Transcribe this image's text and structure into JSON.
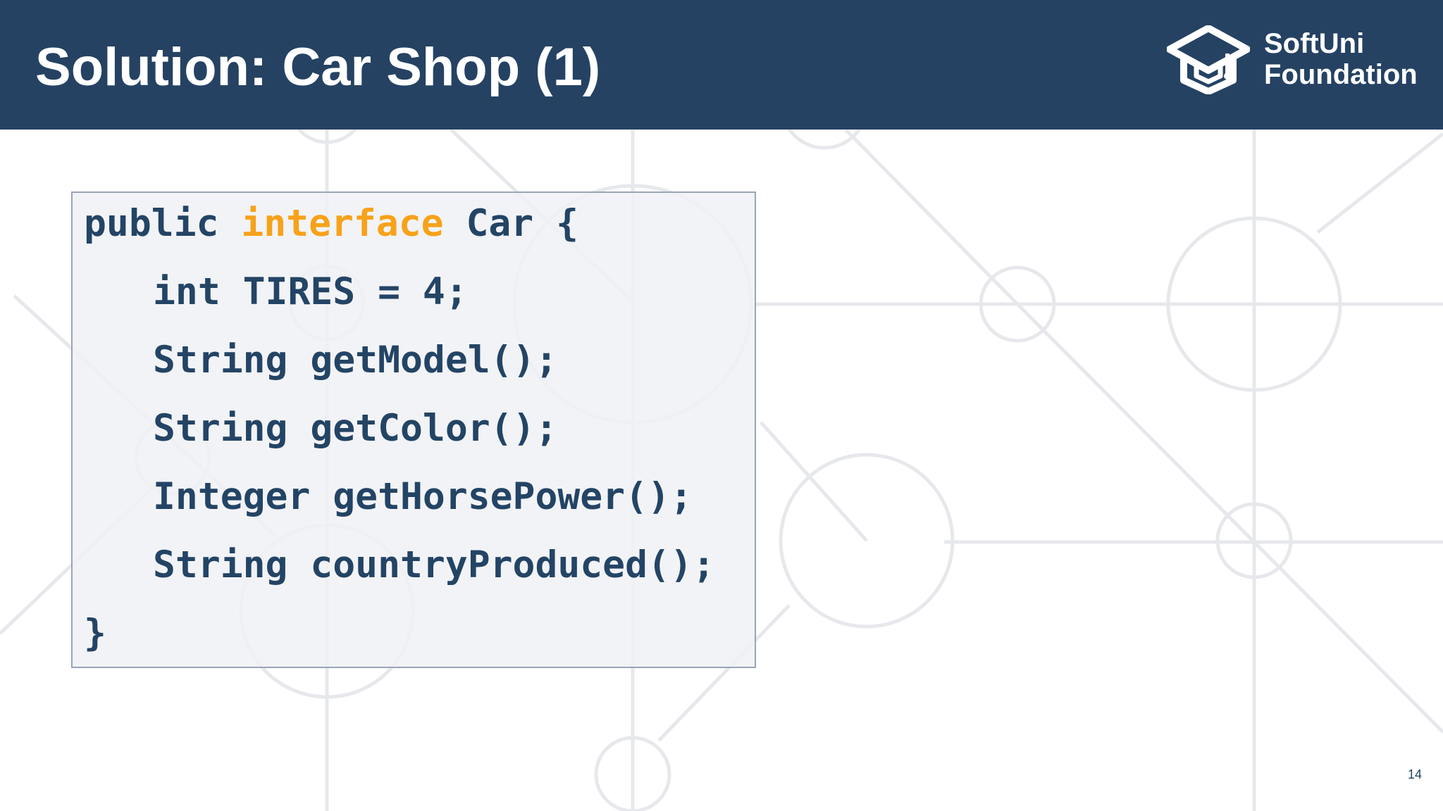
{
  "slide": {
    "title": "Solution: Car Shop (1)",
    "page_number": "14",
    "logo": {
      "line1": "SoftUni",
      "line2": "Foundation",
      "icon": "softuni-graduation-cap-icon"
    }
  },
  "code": {
    "line1_public": "public",
    "line1_keyword": "interface",
    "line1_rest": "Car {",
    "line2": "int TIRES = 4;",
    "line3": "String getModel();",
    "line4": "String getColor();",
    "line5": "Integer getHorsePower();",
    "line6": "String countryProduced();",
    "line7": "}"
  },
  "colors": {
    "header_background": "#254263",
    "code_text": "#234465",
    "keyword": "#f7a21a",
    "code_background": "#f0f1f4",
    "background_lines": "#e6e8ec"
  }
}
